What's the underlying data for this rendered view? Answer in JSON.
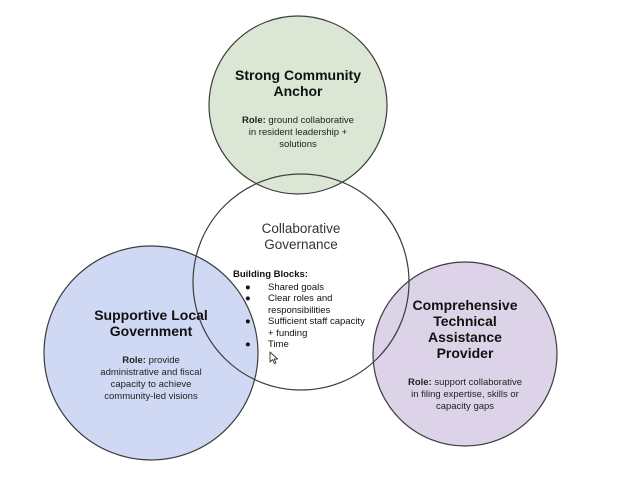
{
  "colors": {
    "anchor_fill": "#dbe7d4",
    "government_fill": "#cfd9f3",
    "provider_fill": "#dcd3e8",
    "governance_fill": "#ffffff",
    "stroke": "#3d3d3d"
  },
  "anchor": {
    "title_line1": "Strong Community",
    "title_line2": "Anchor",
    "role_label": "Role:",
    "role_line1": "ground collaborative",
    "role_line2": "in resident leadership +",
    "role_line3": "solutions"
  },
  "governance": {
    "title_line1": "Collaborative",
    "title_line2": "Governance",
    "blocks_heading": "Building Blocks:",
    "bullet": "●",
    "items": [
      {
        "line1": "Shared goals",
        "line2": ""
      },
      {
        "line1": "Clear roles and",
        "line2": "responsibilities"
      },
      {
        "line1": "Sufficient staff capacity",
        "line2": "+ funding"
      },
      {
        "line1": "Time",
        "line2": ""
      }
    ]
  },
  "government": {
    "title_line1": "Supportive Local",
    "title_line2": "Government",
    "role_label": "Role:",
    "role_line1": "provide",
    "role_line2": "administrative and fiscal",
    "role_line3": "capacity to achieve",
    "role_line4": "community-led visions"
  },
  "provider": {
    "title_line1": "Comprehensive",
    "title_line2": "Technical",
    "title_line3": "Assistance",
    "title_line4": "Provider",
    "role_label": "Role:",
    "role_line1": "support collaborative",
    "role_line2": "in filing expertise, skills or",
    "role_line3": "capacity gaps"
  }
}
